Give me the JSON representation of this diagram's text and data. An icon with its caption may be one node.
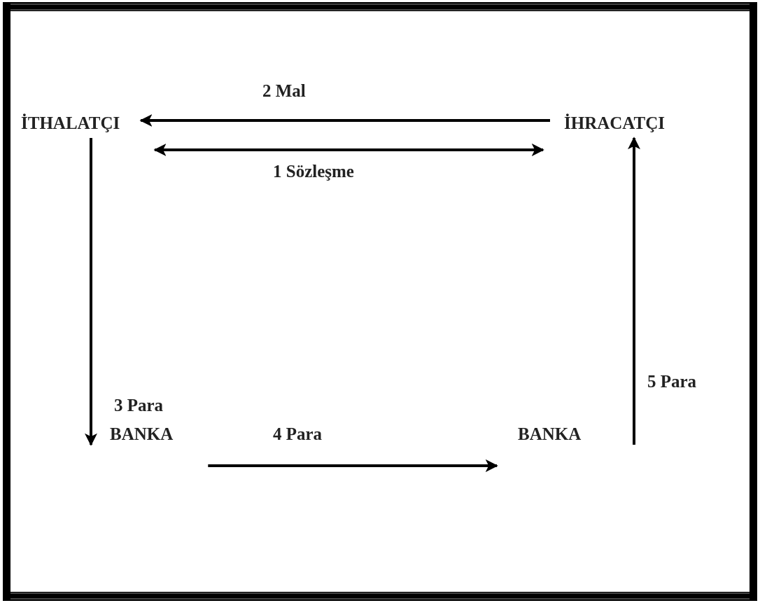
{
  "diagram": {
    "nodes": [
      {
        "text": [
          "İTHALATÇI"
        ]
      },
      {
        "text": [
          "İHRACATÇI"
        ]
      },
      {
        "text": [
          "BANKA"
        ]
      },
      {
        "text": [
          "BANKA"
        ]
      }
    ],
    "edges": [
      {
        "from": 1,
        "to": 0,
        "arrow": "to",
        "label": "2 Mal"
      },
      {
        "from": 0,
        "to": 1,
        "arrow": "both",
        "label": "1 Sözleşme"
      },
      {
        "from": 0,
        "to": 2,
        "arrow": "to",
        "label": "3 Para"
      },
      {
        "from": 2,
        "to": 3,
        "arrow": "to",
        "label": "4 Para"
      },
      {
        "from": 3,
        "to": 1,
        "arrow": "to",
        "label": "5 Para"
      }
    ]
  }
}
